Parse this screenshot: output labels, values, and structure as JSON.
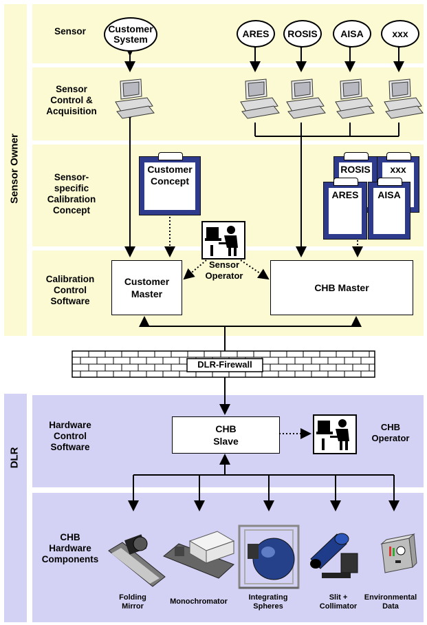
{
  "groups": {
    "owner": "Sensor Owner",
    "dlr": "DLR"
  },
  "rows": {
    "sensor": "Sensor",
    "control": "Sensor\nControl &\nAcquisition",
    "concept": "Sensor-\nspecific\nCalibration\nConcept",
    "calsoft": "Calibration\nControl\nSoftware",
    "hwsoft": "Hardware\nControl\nSoftware",
    "hwcomp": "CHB\nHardware\nComponents"
  },
  "sensors": [
    "Customer\nSystem",
    "ARES",
    "ROSIS",
    "AISA",
    "xxx"
  ],
  "concepts": {
    "customer": "Customer\nConcept",
    "rosis": "ROSIS",
    "xxx": "xxx",
    "ares": "ARES",
    "aisa": "AISA"
  },
  "boxes": {
    "customer_master": "Customer\nMaster",
    "chb_master": "CHB Master",
    "chb_slave": "CHB\nSlave"
  },
  "operators": {
    "sensor": "Sensor\nOperator",
    "chb": "CHB\nOperator"
  },
  "firewall": "DLR-Firewall",
  "components": {
    "folding_mirror": "Folding\nMirror",
    "monochromator": "Monochromator",
    "integrating_spheres": "Integrating\nSpheres",
    "slit_collimator": "Slit +\nCollimator",
    "environmental_data": "Environmental\nData"
  },
  "colors": {
    "owner_bg": "#fbfad2",
    "dlr_bg": "#d4d2f4",
    "clipboard": "#2e3a8c"
  }
}
